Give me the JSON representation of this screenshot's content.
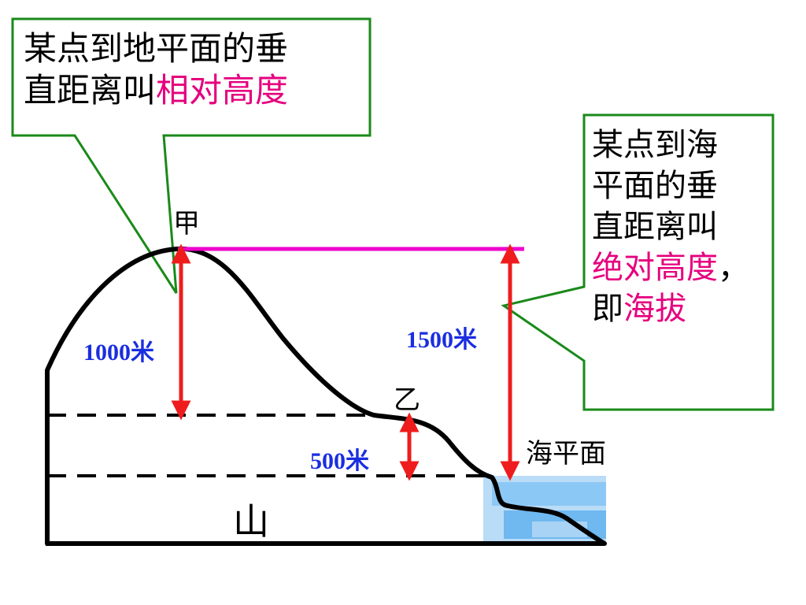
{
  "callout_left": {
    "line1": "某点到地平面的垂",
    "line2_prefix": "直距离叫",
    "line2_highlight": "相对高度"
  },
  "callout_right": {
    "line1": "某点到海",
    "line2": "平面的垂",
    "line3": "直距离叫",
    "line4_highlight": "绝对高度",
    "line4_suffix": "，",
    "line5_prefix": "即",
    "line5_highlight": "海拔"
  },
  "labels": {
    "jia": "甲",
    "yi": "乙",
    "sea_level": "海平面",
    "mountain": "山",
    "height_1000": "1000米",
    "height_1500": "1500米",
    "height_500": "500米"
  },
  "colors": {
    "callout_border": "#1a8a1a",
    "highlight": "#e6007e",
    "arrow": "#ee1c1c",
    "number": "#1a2ee0",
    "top_line": "#ee00cc",
    "water": "#8cc8f5"
  }
}
